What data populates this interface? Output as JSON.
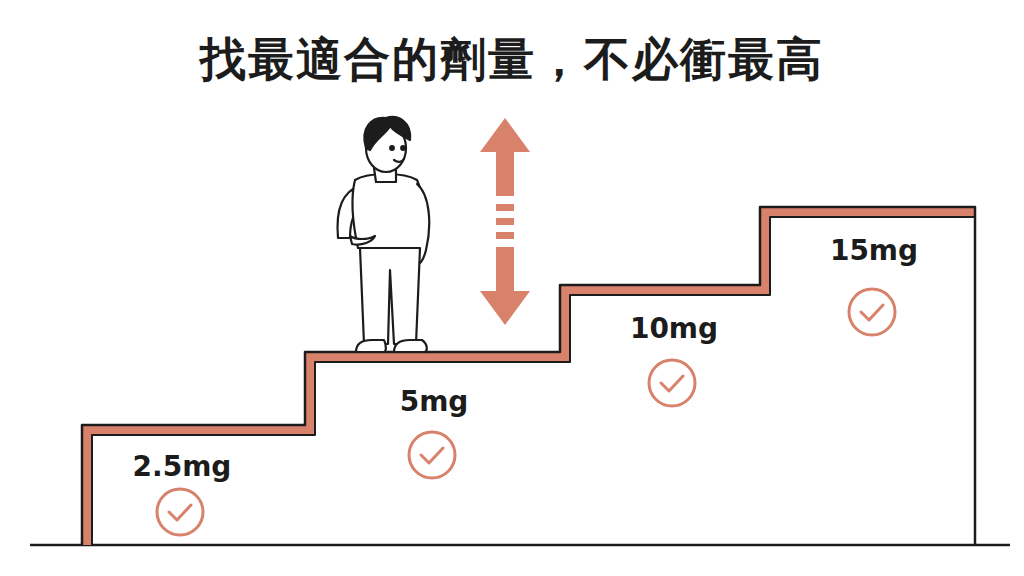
{
  "diagram": {
    "title": "找最適合的劑量，不必衝最高",
    "labels": [
      "2.5mg",
      "5mg",
      "10mg",
      "15mg"
    ]
  }
}
